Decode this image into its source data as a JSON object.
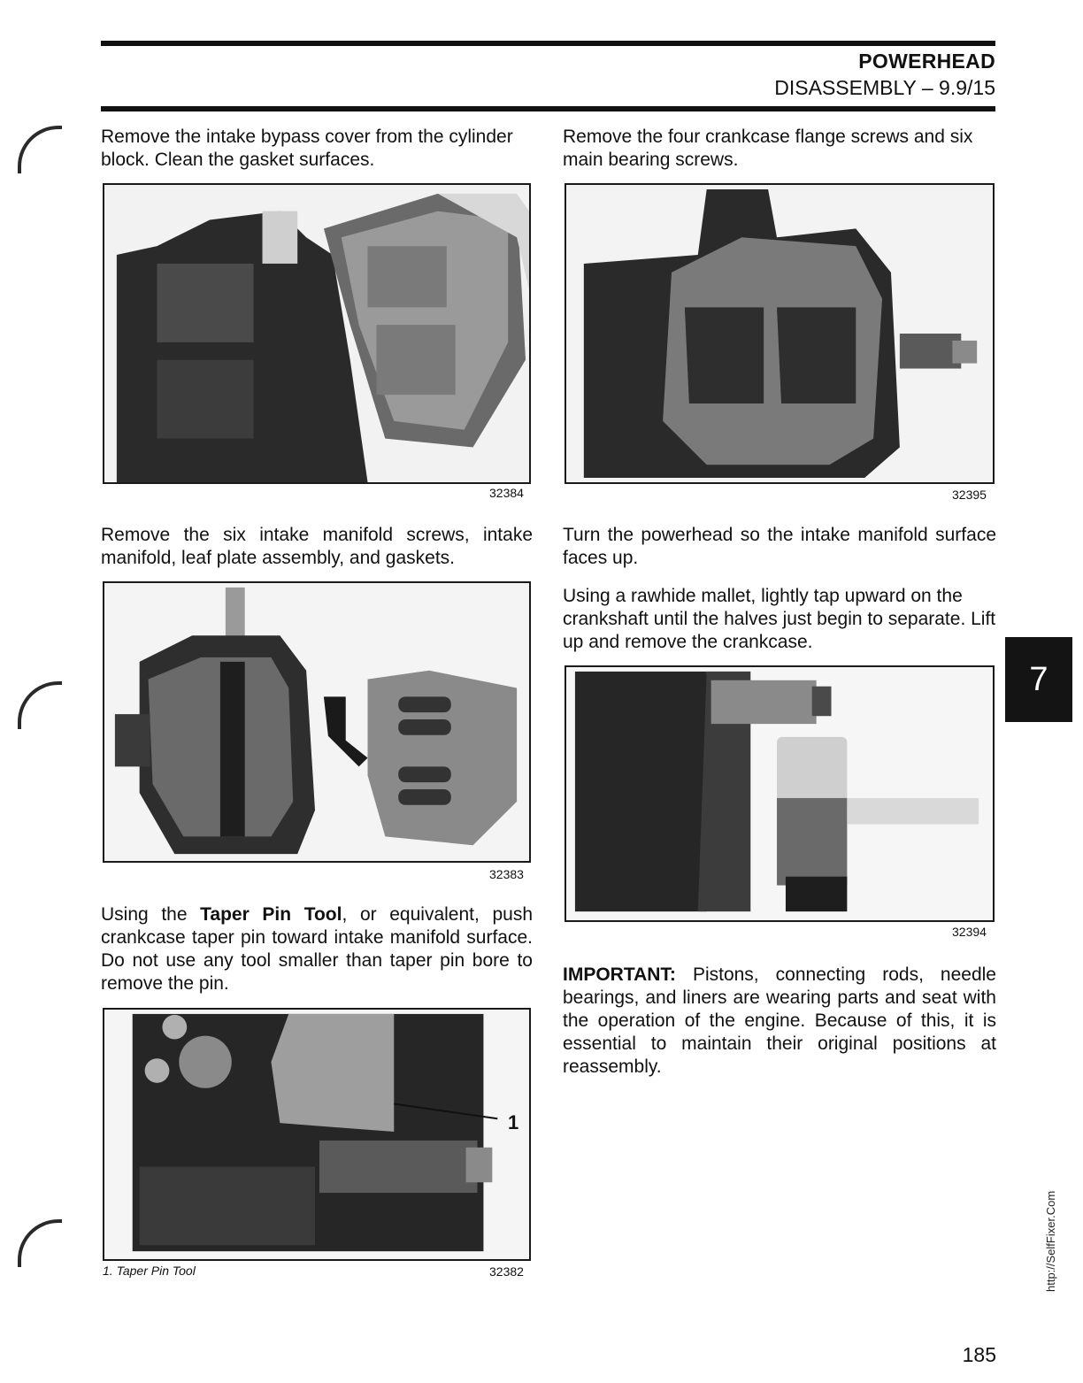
{
  "header": {
    "title": "POWERHEAD",
    "subtitle": "DISASSEMBLY – 9.9/15"
  },
  "left": {
    "p1": "Remove the intake bypass cover from the cylinder block. Clean the gasket surfaces.",
    "fig1": "32384",
    "p2": "Remove the six intake manifold screws, intake manifold, leaf plate assembly, and gaskets.",
    "fig2": "32383",
    "p3_before": "Using the ",
    "p3_bold": "Taper Pin Tool",
    "p3_after": ", or equivalent, push crankcase taper pin toward intake manifold surface. Do not use any tool smaller than taper pin bore to remove the pin.",
    "fig3": "32382",
    "fig3_callout": "1",
    "fig3_caption": "1.  Taper Pin Tool"
  },
  "right": {
    "p1": "Remove the four crankcase flange screws and six main bearing screws.",
    "fig1": "32395",
    "p2": "Turn the powerhead so the intake manifold surface faces up.",
    "p3": "Using a rawhide mallet, lightly tap upward on the crankshaft until the halves just begin to separate. Lift up and remove the crankcase.",
    "fig2": "32394",
    "important_label": "IMPORTANT:",
    "important_text": " Pistons, connecting rods, needle bearings, and liners are wearing parts and seat with the operation of the engine. Because of this, it is essential to maintain their original positions at reassembly."
  },
  "section_tab": "7",
  "page_number": "185",
  "side_url": "http://SelfFixer.Com"
}
